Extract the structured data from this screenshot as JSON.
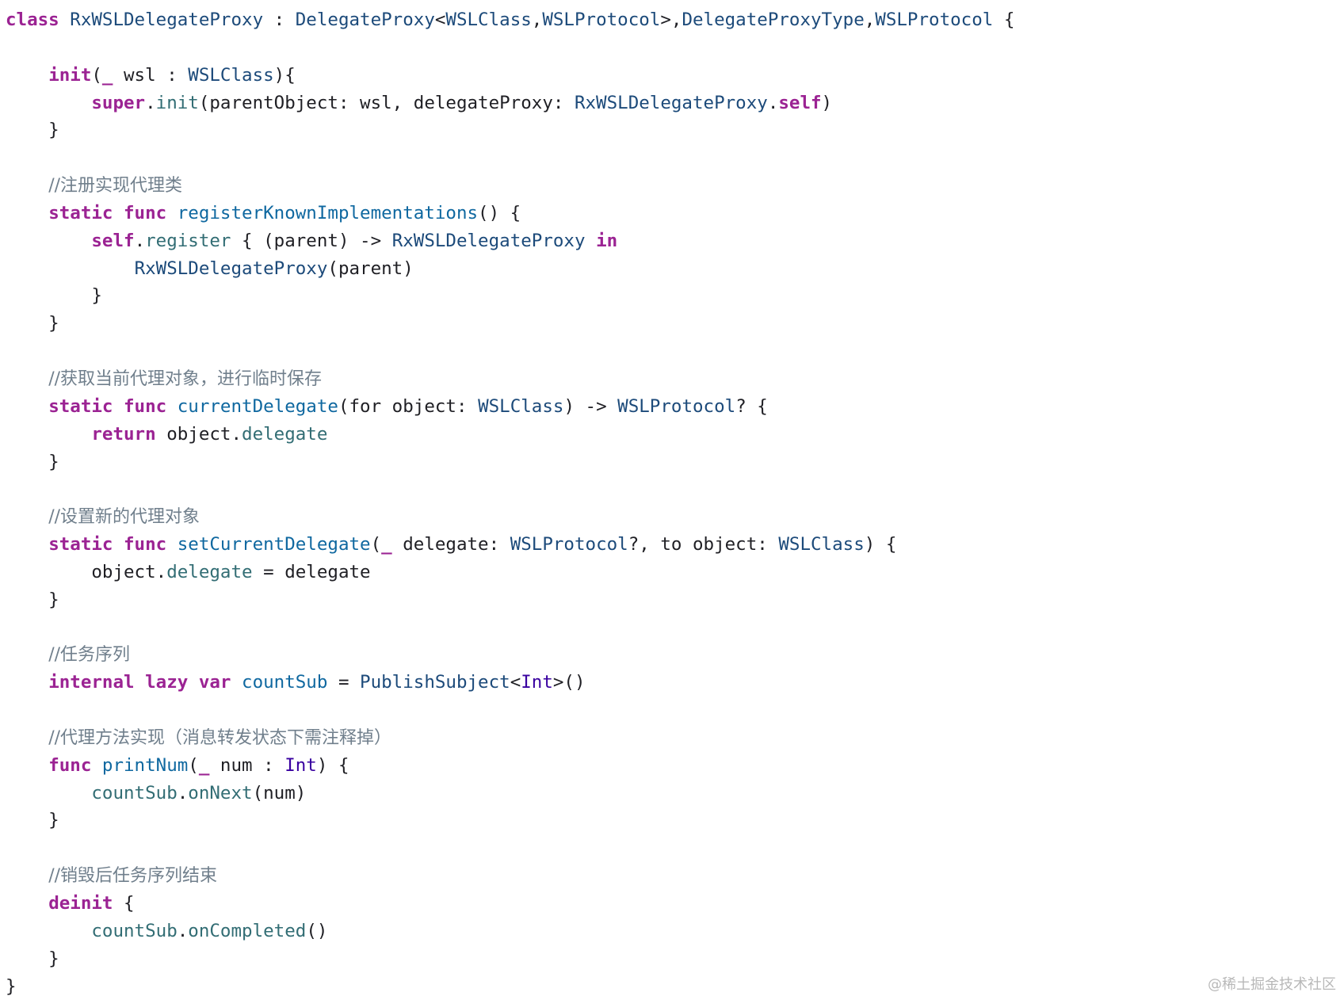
{
  "colors": {
    "keyword": "#9b2393",
    "type": "#1c4a7a",
    "function": "#326d74",
    "declaration": "#0f68a0",
    "stdlib": "#3900a0",
    "comment": "#707f8c",
    "plain": "#1f1f24",
    "watermark": "#b8b8b8"
  },
  "code": {
    "lines": [
      [
        [
          "kw",
          "class"
        ],
        [
          "p",
          " "
        ],
        [
          "type",
          "RxWSLDelegateProxy"
        ],
        [
          "p",
          " : "
        ],
        [
          "type",
          "DelegateProxy"
        ],
        [
          "p",
          "<"
        ],
        [
          "type",
          "WSLClass"
        ],
        [
          "p",
          ","
        ],
        [
          "type",
          "WSLProtocol"
        ],
        [
          "p",
          ">,"
        ],
        [
          "type",
          "DelegateProxyType"
        ],
        [
          "p",
          ","
        ],
        [
          "type",
          "WSLProtocol"
        ],
        [
          "p",
          " {"
        ]
      ],
      [],
      [
        [
          "p",
          "    "
        ],
        [
          "kw",
          "init"
        ],
        [
          "p",
          "("
        ],
        [
          "kw",
          "_"
        ],
        [
          "p",
          " wsl : "
        ],
        [
          "type",
          "WSLClass"
        ],
        [
          "p",
          "){"
        ]
      ],
      [
        [
          "p",
          "        "
        ],
        [
          "kw",
          "super"
        ],
        [
          "p",
          "."
        ],
        [
          "fn",
          "init"
        ],
        [
          "p",
          "(parentObject: wsl, delegateProxy: "
        ],
        [
          "type",
          "RxWSLDelegateProxy"
        ],
        [
          "p",
          "."
        ],
        [
          "kw",
          "self"
        ],
        [
          "p",
          ")"
        ]
      ],
      [
        [
          "p",
          "    }"
        ]
      ],
      [],
      [
        [
          "p",
          "    "
        ],
        [
          "cmt",
          "//注册实现代理类"
        ]
      ],
      [
        [
          "p",
          "    "
        ],
        [
          "kw",
          "static"
        ],
        [
          "p",
          " "
        ],
        [
          "kw",
          "func"
        ],
        [
          "p",
          " "
        ],
        [
          "decl",
          "registerKnownImplementations"
        ],
        [
          "p",
          "() {"
        ]
      ],
      [
        [
          "p",
          "        "
        ],
        [
          "kw",
          "self"
        ],
        [
          "p",
          "."
        ],
        [
          "fn",
          "register"
        ],
        [
          "p",
          " { (parent) -> "
        ],
        [
          "type",
          "RxWSLDelegateProxy"
        ],
        [
          "p",
          " "
        ],
        [
          "kw",
          "in"
        ]
      ],
      [
        [
          "p",
          "            "
        ],
        [
          "type",
          "RxWSLDelegateProxy"
        ],
        [
          "p",
          "(parent)"
        ]
      ],
      [
        [
          "p",
          "        }"
        ]
      ],
      [
        [
          "p",
          "    }"
        ]
      ],
      [],
      [
        [
          "p",
          "    "
        ],
        [
          "cmt",
          "//获取当前代理对象，进行临时保存"
        ]
      ],
      [
        [
          "p",
          "    "
        ],
        [
          "kw",
          "static"
        ],
        [
          "p",
          " "
        ],
        [
          "kw",
          "func"
        ],
        [
          "p",
          " "
        ],
        [
          "decl",
          "currentDelegate"
        ],
        [
          "p",
          "(for object: "
        ],
        [
          "type",
          "WSLClass"
        ],
        [
          "p",
          ") -> "
        ],
        [
          "type",
          "WSLProtocol"
        ],
        [
          "p",
          "? {"
        ]
      ],
      [
        [
          "p",
          "        "
        ],
        [
          "kw",
          "return"
        ],
        [
          "p",
          " object."
        ],
        [
          "fn",
          "delegate"
        ]
      ],
      [
        [
          "p",
          "    }"
        ]
      ],
      [],
      [
        [
          "p",
          "    "
        ],
        [
          "cmt",
          "//设置新的代理对象"
        ]
      ],
      [
        [
          "p",
          "    "
        ],
        [
          "kw",
          "static"
        ],
        [
          "p",
          " "
        ],
        [
          "kw",
          "func"
        ],
        [
          "p",
          " "
        ],
        [
          "decl",
          "setCurrentDelegate"
        ],
        [
          "p",
          "("
        ],
        [
          "kw",
          "_"
        ],
        [
          "p",
          " delegate: "
        ],
        [
          "type",
          "WSLProtocol"
        ],
        [
          "p",
          "?, to object: "
        ],
        [
          "type",
          "WSLClass"
        ],
        [
          "p",
          ") {"
        ]
      ],
      [
        [
          "p",
          "        object."
        ],
        [
          "fn",
          "delegate"
        ],
        [
          "p",
          " = delegate"
        ]
      ],
      [
        [
          "p",
          "    }"
        ]
      ],
      [],
      [
        [
          "p",
          "    "
        ],
        [
          "cmt",
          "//任务序列"
        ]
      ],
      [
        [
          "p",
          "    "
        ],
        [
          "kw",
          "internal"
        ],
        [
          "p",
          " "
        ],
        [
          "kw",
          "lazy"
        ],
        [
          "p",
          " "
        ],
        [
          "kw",
          "var"
        ],
        [
          "p",
          " "
        ],
        [
          "decl",
          "countSub"
        ],
        [
          "p",
          " = "
        ],
        [
          "type",
          "PublishSubject"
        ],
        [
          "p",
          "<"
        ],
        [
          "std",
          "Int"
        ],
        [
          "p",
          ">()"
        ]
      ],
      [],
      [
        [
          "p",
          "    "
        ],
        [
          "cmt",
          "//代理方法实现（消息转发状态下需注释掉）"
        ]
      ],
      [
        [
          "p",
          "    "
        ],
        [
          "kw",
          "func"
        ],
        [
          "p",
          " "
        ],
        [
          "decl",
          "printNum"
        ],
        [
          "p",
          "("
        ],
        [
          "kw",
          "_"
        ],
        [
          "p",
          " num : "
        ],
        [
          "std",
          "Int"
        ],
        [
          "p",
          ") {"
        ]
      ],
      [
        [
          "p",
          "        "
        ],
        [
          "fn",
          "countSub"
        ],
        [
          "p",
          "."
        ],
        [
          "fn",
          "onNext"
        ],
        [
          "p",
          "(num)"
        ]
      ],
      [
        [
          "p",
          "    }"
        ]
      ],
      [],
      [
        [
          "p",
          "    "
        ],
        [
          "cmt",
          "//销毁后任务序列结束"
        ]
      ],
      [
        [
          "p",
          "    "
        ],
        [
          "kw",
          "deinit"
        ],
        [
          "p",
          " {"
        ]
      ],
      [
        [
          "p",
          "        "
        ],
        [
          "fn",
          "countSub"
        ],
        [
          "p",
          "."
        ],
        [
          "fn",
          "onCompleted"
        ],
        [
          "p",
          "()"
        ]
      ],
      [
        [
          "p",
          "    }"
        ]
      ],
      [
        [
          "p",
          "}"
        ]
      ]
    ]
  },
  "watermark": {
    "text": "@稀土掘金技术社区"
  }
}
